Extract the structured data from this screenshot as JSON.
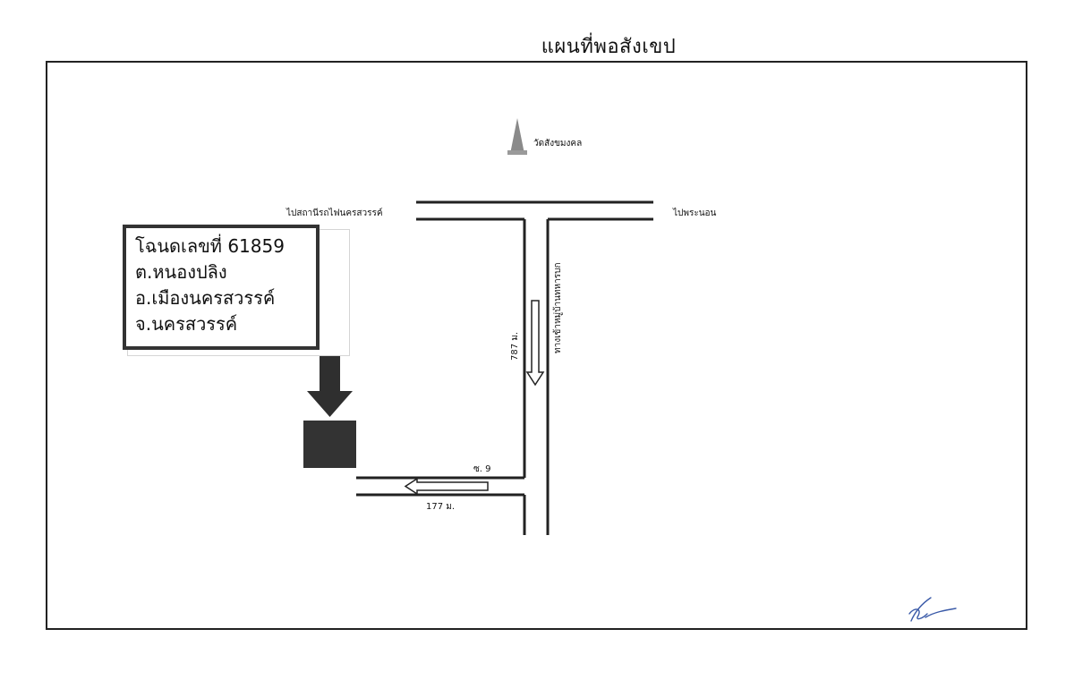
{
  "title": "แผนที่พอสังเขป",
  "landmark": {
    "label": "วัดสังขมงคล",
    "icon": "temple-stupa-icon"
  },
  "directions": {
    "west": "ไปสถานีรถไฟนครสวรรค์",
    "east": "ไปพระนอน"
  },
  "roads": {
    "main_vertical_name": "ทางเข้าหมู่บ้านทหารบก",
    "main_vertical_distance": "787 ม.",
    "soi_label": "ซ. 9",
    "soi_distance": "177 ม."
  },
  "parcel": {
    "lines": [
      "โฉนดเลขที่ 61859",
      "ต.หนองปลิง",
      "อ.เมืองนครสวรรค์",
      "จ.นครสวรรค์"
    ]
  },
  "colors": {
    "ink": "#222222",
    "parcel": "#333333",
    "stupa": "#8a8a8a"
  },
  "signature": "handwritten-signature"
}
